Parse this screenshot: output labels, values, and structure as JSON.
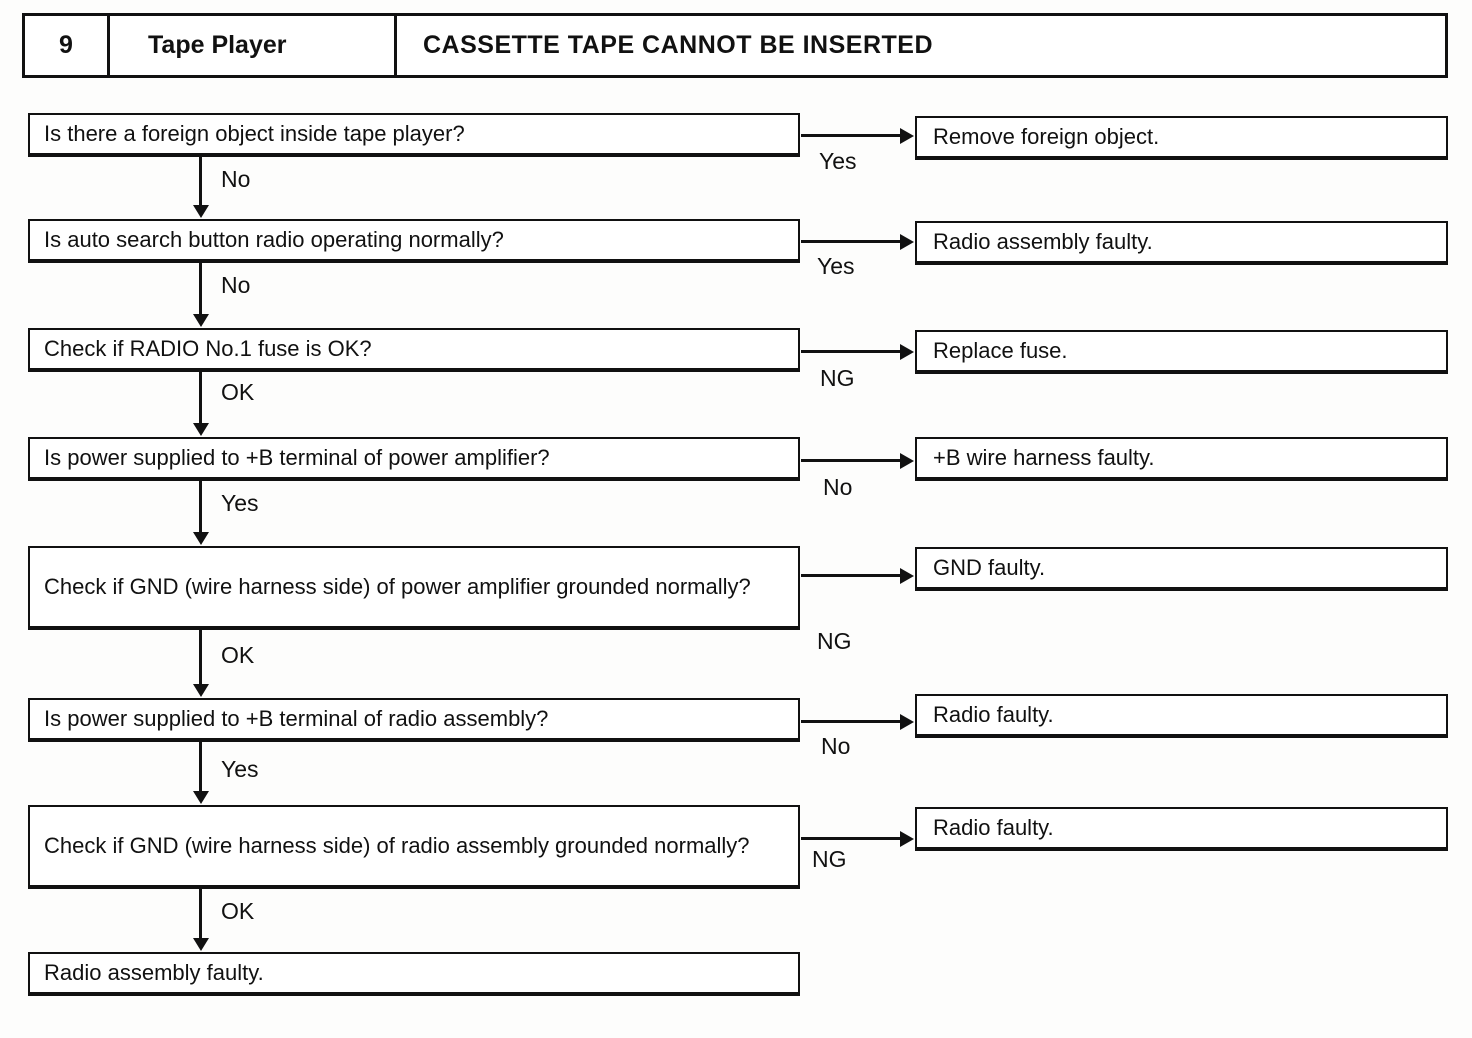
{
  "header": {
    "number": "9",
    "system": "Tape Player",
    "title": "CASSETTE TAPE CANNOT BE INSERTED"
  },
  "flow": {
    "steps": [
      {
        "question": "Is there a foreign object inside tape player?",
        "down_label": "No",
        "branch_label": "Yes",
        "result": "Remove foreign object."
      },
      {
        "question": "Is auto search button radio operating normally?",
        "down_label": "No",
        "branch_label": "Yes",
        "result": "Radio assembly faulty."
      },
      {
        "question": "Check if RADIO No.1 fuse is OK?",
        "down_label": "OK",
        "branch_label": "NG",
        "result": "Replace fuse."
      },
      {
        "question": "Is power supplied to +B terminal of power amplifier?",
        "down_label": "Yes",
        "branch_label": "No",
        "result": "+B wire harness faulty."
      },
      {
        "question": "Check if GND (wire harness side) of power amplifier grounded normally?",
        "down_label": "OK",
        "branch_label": "NG",
        "result": "GND faulty."
      },
      {
        "question": "Is power supplied to +B terminal of radio assembly?",
        "down_label": "Yes",
        "branch_label": "No",
        "result": "Radio faulty."
      },
      {
        "question": "Check if GND (wire harness side) of radio assembly grounded normally?",
        "down_label": "OK",
        "branch_label": "NG",
        "result": "Radio faulty."
      }
    ],
    "final_result": "Radio assembly faulty."
  },
  "colors": {
    "line": "#111111",
    "background": "#ffffff",
    "text": "#111111"
  }
}
